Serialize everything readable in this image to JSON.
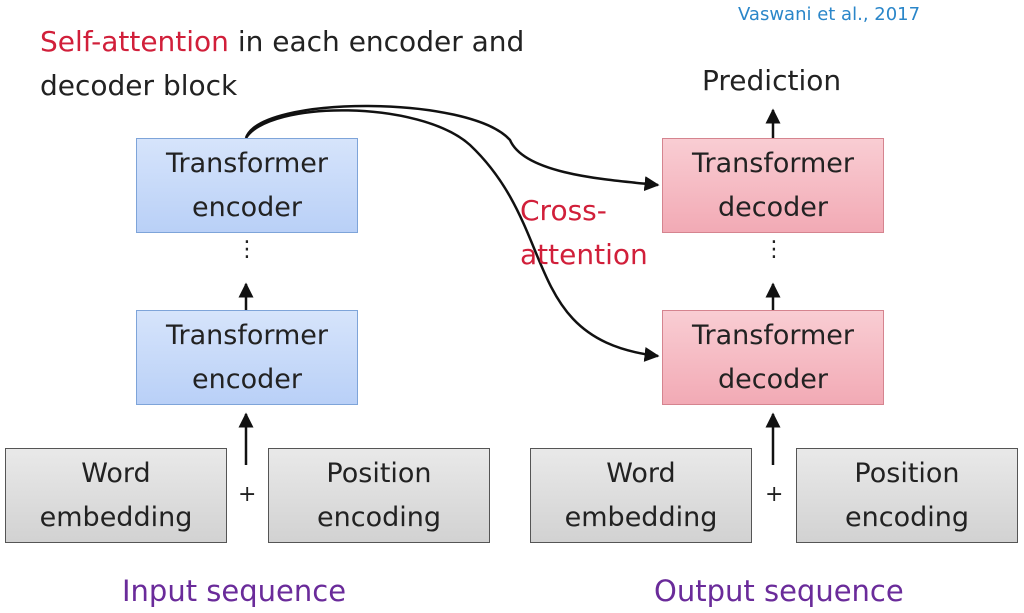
{
  "citation": "Vaswani et al., 2017",
  "heading": {
    "highlight": "Self-attention",
    "line1_rest": " in each encoder and",
    "line2": "decoder block"
  },
  "prediction": "Prediction",
  "cross_attention": {
    "line1": "Cross-",
    "line2": "attention"
  },
  "encoder": {
    "top": {
      "line1": "Transformer",
      "line2": "encoder"
    },
    "bottom": {
      "line1": "Transformer",
      "line2": "encoder"
    }
  },
  "decoder": {
    "top": {
      "line1": "Transformer",
      "line2": "decoder"
    },
    "bottom": {
      "line1": "Transformer",
      "line2": "decoder"
    }
  },
  "input_side": {
    "word": {
      "line1": "Word",
      "line2": "embedding"
    },
    "position": {
      "line1": "Position",
      "line2": "encoding"
    },
    "plus": "+",
    "label": "Input sequence"
  },
  "output_side": {
    "word": {
      "line1": "Word",
      "line2": "embedding"
    },
    "position": {
      "line1": "Position",
      "line2": "encoding"
    },
    "plus": "+",
    "label": "Output sequence"
  },
  "colors": {
    "highlight": "#d11f3a",
    "cross_attention": "#d11f3a",
    "citation": "#2a86c9",
    "sequence_label": "#6a2b9a",
    "encoder_fill": "#c6daf8",
    "decoder_fill": "#f5b9c2",
    "embedding_fill": "#dcdcdc"
  }
}
